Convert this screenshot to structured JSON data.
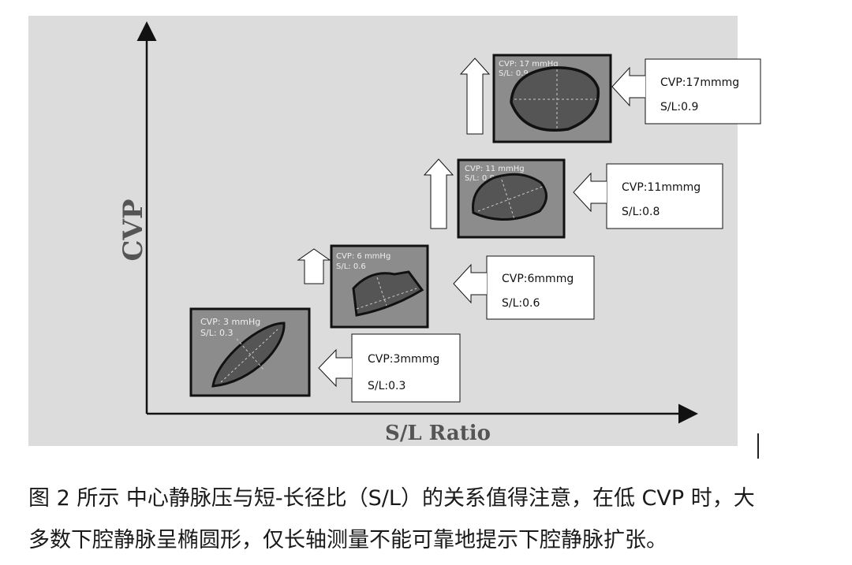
{
  "axes": {
    "y_label": "CVP",
    "x_label": "S/L Ratio"
  },
  "stages": [
    {
      "panel_text_cvp": "CVP: 3 mmHg",
      "panel_text_sl": "S/L: 0.3",
      "callout_cvp": "CVP:3mmmg",
      "callout_sl": "S/L:0.3"
    },
    {
      "panel_text_cvp": "CVP: 6 mmHg",
      "panel_text_sl": "S/L: 0.6",
      "callout_cvp": "CVP:6mmmg",
      "callout_sl": "S/L:0.6"
    },
    {
      "panel_text_cvp": "CVP: 11 mmHg",
      "panel_text_sl": "S/L: 0.8",
      "callout_cvp": "CVP:11mmmg",
      "callout_sl": "S/L:0.8"
    },
    {
      "panel_text_cvp": "CVP: 17 mmHg",
      "panel_text_sl": "S/L: 0.9",
      "callout_cvp": "CVP:17mmmg",
      "callout_sl": "S/L:0.9"
    }
  ],
  "caption": {
    "line1": "图 2 所示 中心静脉压与短-长径比（S/L）的关系值得注意，在低 CVP 时，大",
    "line2": "多数下腔静脉呈椭圆形，仅长轴测量不能可靠地提示下腔静脉扩张。"
  },
  "colors": {
    "figure_bg": "#dcdcdc",
    "panel_fill": "#8c8c8c",
    "vessel_fill": "#555555",
    "outline": "#111111"
  }
}
